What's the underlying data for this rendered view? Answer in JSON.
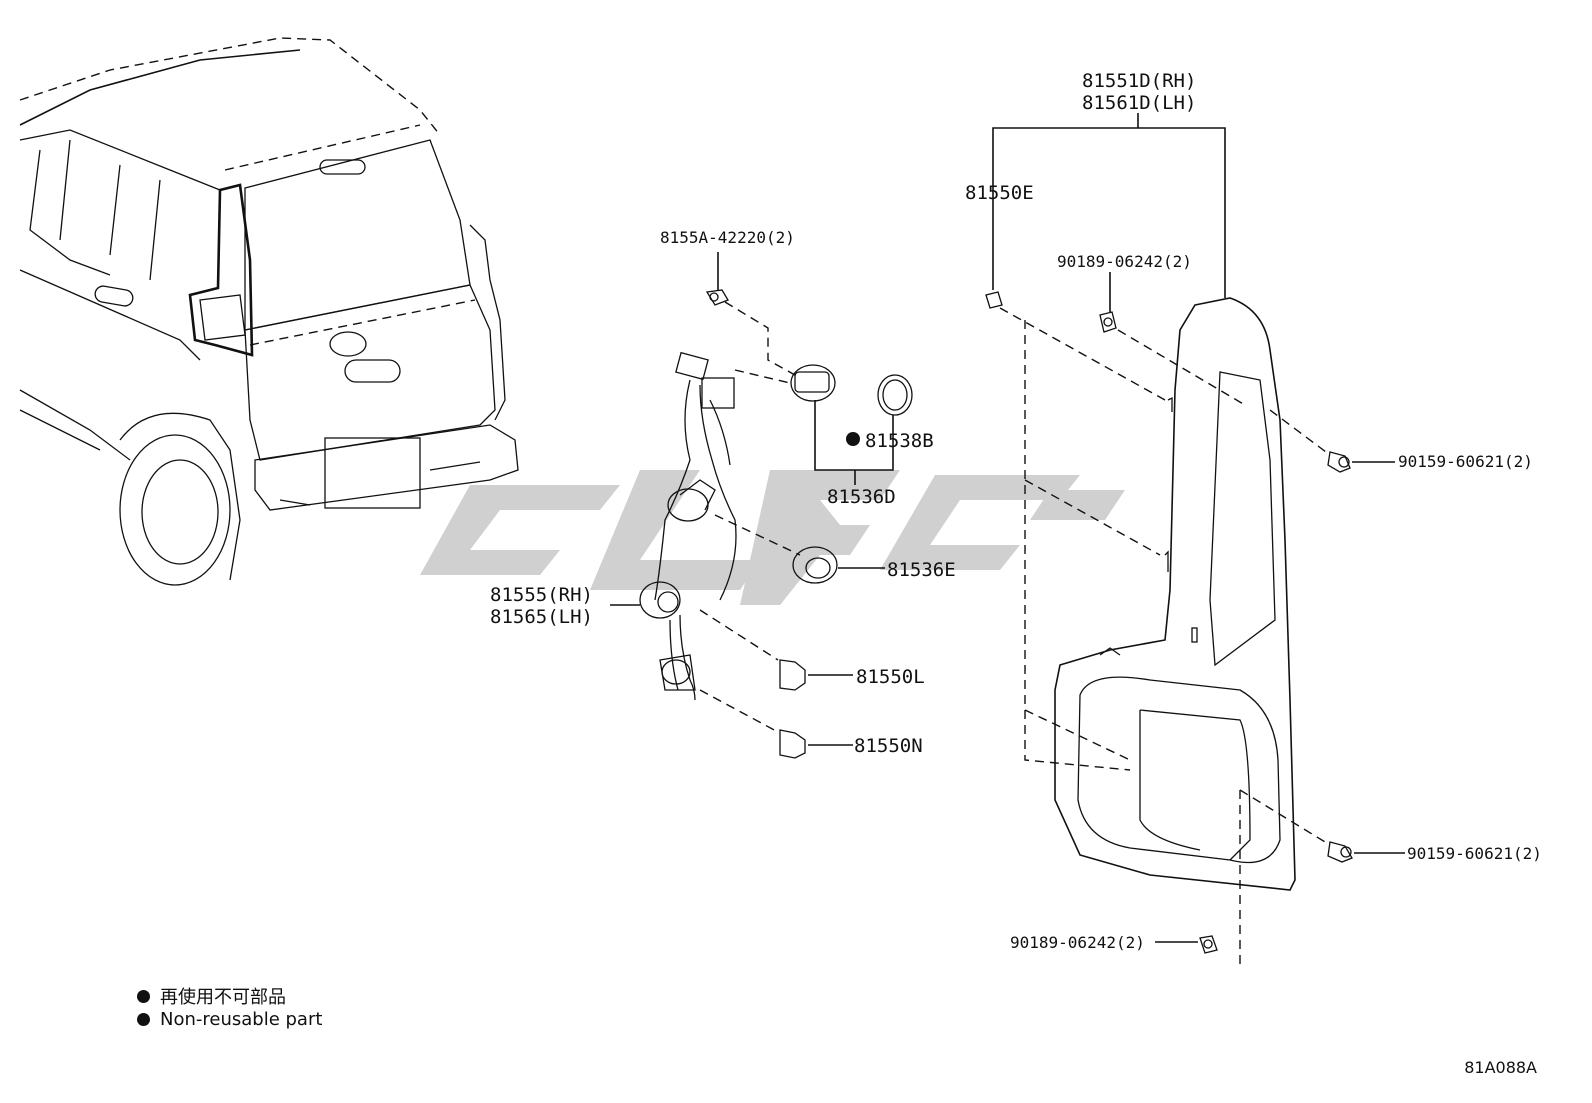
{
  "parts": {
    "lens_rh": "81551D(RH)",
    "lens_lh": "81561D(LH)",
    "gasket": "81550E",
    "screw_top": "90189-06242(2)",
    "clip": "8155A-42220(2)",
    "seal_ring": "81538B",
    "socket_d": "81536D",
    "socket_e": "81536E",
    "harness_rh": "81555(RH)",
    "harness_lh": "81565(LH)",
    "bulb_l": "81550L",
    "bulb_n": "81550N",
    "bolt_upper": "90159-60621(2)",
    "bolt_lower": "90159-60621(2)",
    "screw_bottom": "90189-06242(2)"
  },
  "legend": {
    "japanese": "再使用不可部品",
    "english": "Non-reusable part"
  },
  "diagram_code": "81A088A",
  "watermark_color": "#c8c8c8"
}
